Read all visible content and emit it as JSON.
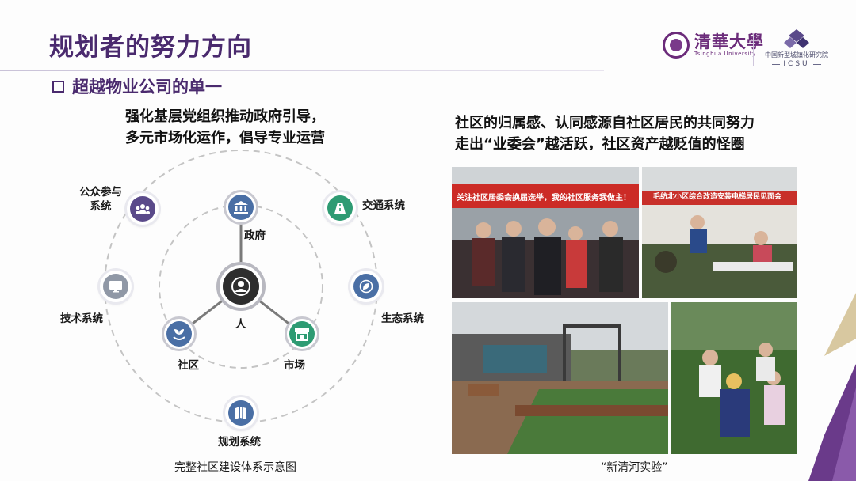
{
  "title": "规划者的努力方向",
  "subtitle": "超越物业公司的单一",
  "logos": {
    "tsinghua_cn": "清華大學",
    "tsinghua_en": "Tsinghua University",
    "icsu_cn": "中国新型城镇化研究院",
    "icsu_en": "ICSU"
  },
  "left_heading": [
    "强化基层党组织推动政府引导，",
    "多元市场化运作，倡导专业运营"
  ],
  "right_heading": [
    "社区的归属感、认同感源自社区居民的共同努力",
    "走出“业委会”越活跃，社区资产越贬值的怪圈"
  ],
  "diagram": {
    "center": {
      "label": "人",
      "icon": "person-icon"
    },
    "inner": [
      {
        "label": "政府",
        "icon": "government-building-icon"
      },
      {
        "label": "社区",
        "icon": "sprout-hand-icon"
      },
      {
        "label": "市场",
        "icon": "storefront-icon"
      }
    ],
    "outer": [
      {
        "label": "公众参与\n系统",
        "icon": "group-people-icon"
      },
      {
        "label": "交通系统",
        "icon": "road-icon"
      },
      {
        "label": "生态系统",
        "icon": "leaf-icon"
      },
      {
        "label": "规划系统",
        "icon": "map-icon"
      },
      {
        "label": "技术系统",
        "icon": "monitor-icon"
      }
    ],
    "caption": "完整社区建设体系示意图",
    "colors": {
      "orbit": "#bdbdbd",
      "blue": "#4a6fa5",
      "green": "#2e9b73",
      "purple": "#5a4a8a",
      "gray": "#9098a6"
    }
  },
  "photos": {
    "banner1": "关注社区居委会换届选举，我的社区服务我做主！",
    "banner2": "毛纺北小区综合改造安装电梯居民见面会",
    "caption": "“新清河实验”"
  }
}
